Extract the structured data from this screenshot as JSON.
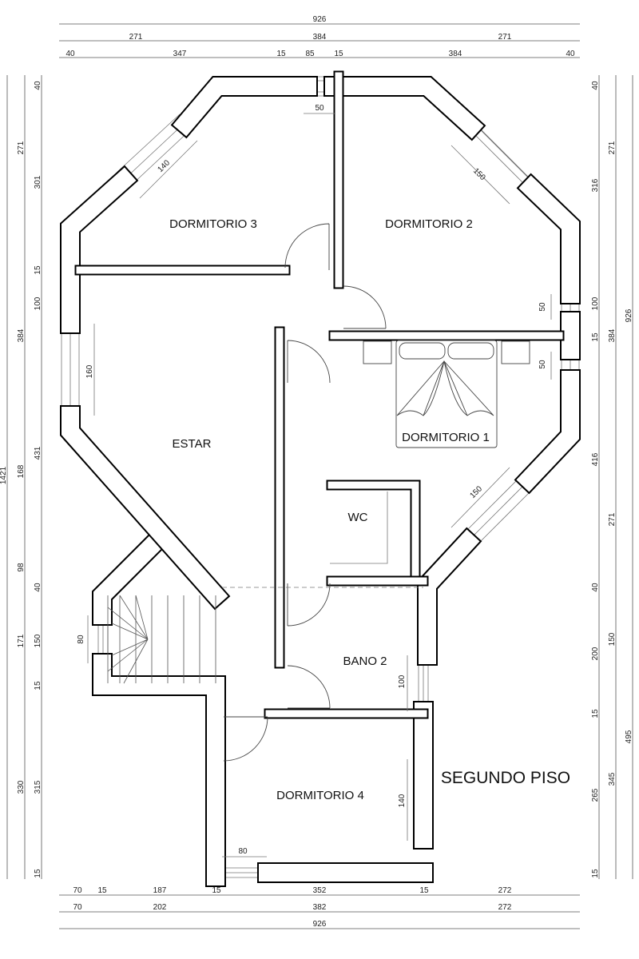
{
  "plan": {
    "title": "SEGUNDO PISO",
    "rooms": {
      "dorm3": "DORMITORIO 3",
      "dorm2": "DORMITORIO 2",
      "dorm1": "DORMITORIO 1",
      "estar": "ESTAR",
      "wc": "WC",
      "bano2": "BANO 2",
      "dorm4": "DORMITORIO 4"
    },
    "inner_dims": {
      "d50_top": "50",
      "d140_dorm3": "140",
      "d150_dorm2": "150",
      "d160_estar": "160",
      "d50_right_a": "50",
      "d50_right_b": "50",
      "d150_dorm1": "150",
      "d80_stair": "80",
      "d100_bano": "100",
      "d140_dorm4": "140",
      "d80_dorm4": "80"
    }
  },
  "dims": {
    "top": {
      "total": "926",
      "mid": [
        "271",
        "384",
        "271"
      ],
      "detail": [
        "40",
        "347",
        "15",
        "85",
        "15",
        "384",
        "40"
      ]
    },
    "bottom": {
      "detail": [
        "70",
        "15",
        "187",
        "15",
        "352",
        "15",
        "272"
      ],
      "mid": [
        "70",
        "202",
        "382",
        "272"
      ],
      "total": "926"
    },
    "left": {
      "total": "1421",
      "mid": [
        "271",
        "384",
        "168",
        "98",
        "171",
        "330"
      ],
      "detail": [
        "40",
        "301",
        "15",
        "100",
        "431",
        "40",
        "150",
        "15",
        "315",
        "15"
      ]
    },
    "right": {
      "detail": [
        "40",
        "316",
        "100",
        "15",
        "416",
        "40",
        "200",
        "15",
        "265",
        "15"
      ],
      "mid": [
        "271",
        "384",
        "271",
        "150",
        "345"
      ],
      "total": [
        "926",
        "495"
      ]
    }
  }
}
